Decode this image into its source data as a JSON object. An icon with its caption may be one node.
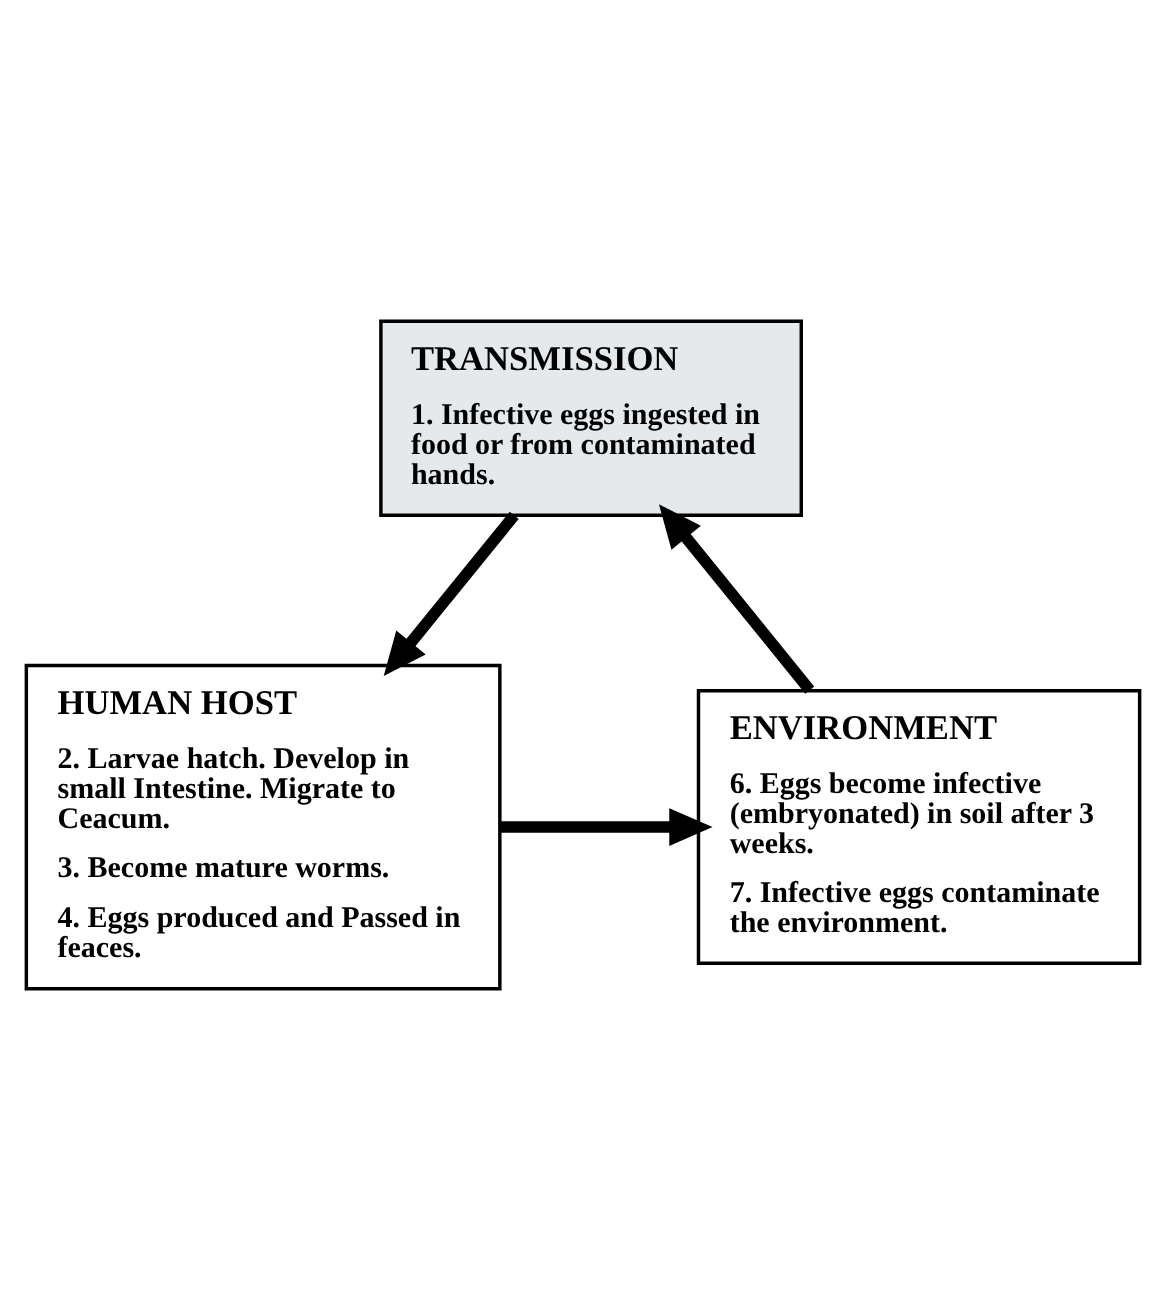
{
  "diagram": {
    "nodes": [
      {
        "text": [
          "TRANSMISSION",
          "1. Infective eggs ingested in food or from contaminated hands."
        ]
      },
      {
        "text": [
          "HUMAN HOST",
          "2. Larvae hatch. Develop in small Intestine. Migrate to Ceacum.",
          "3. Become mature worms.",
          "4. Eggs produced and Passed in feaces."
        ]
      },
      {
        "text": [
          "ENVIRONMENT",
          "6. Eggs become infective (embryonated) in soil after 3 weeks.",
          "7. Infective eggs contaminate the environment."
        ]
      }
    ],
    "edges": [
      {
        "from": 0,
        "to": 1,
        "arrow": "to"
      },
      {
        "from": 1,
        "to": 2,
        "arrow": "to"
      },
      {
        "from": 2,
        "to": 0,
        "arrow": "to"
      }
    ]
  }
}
